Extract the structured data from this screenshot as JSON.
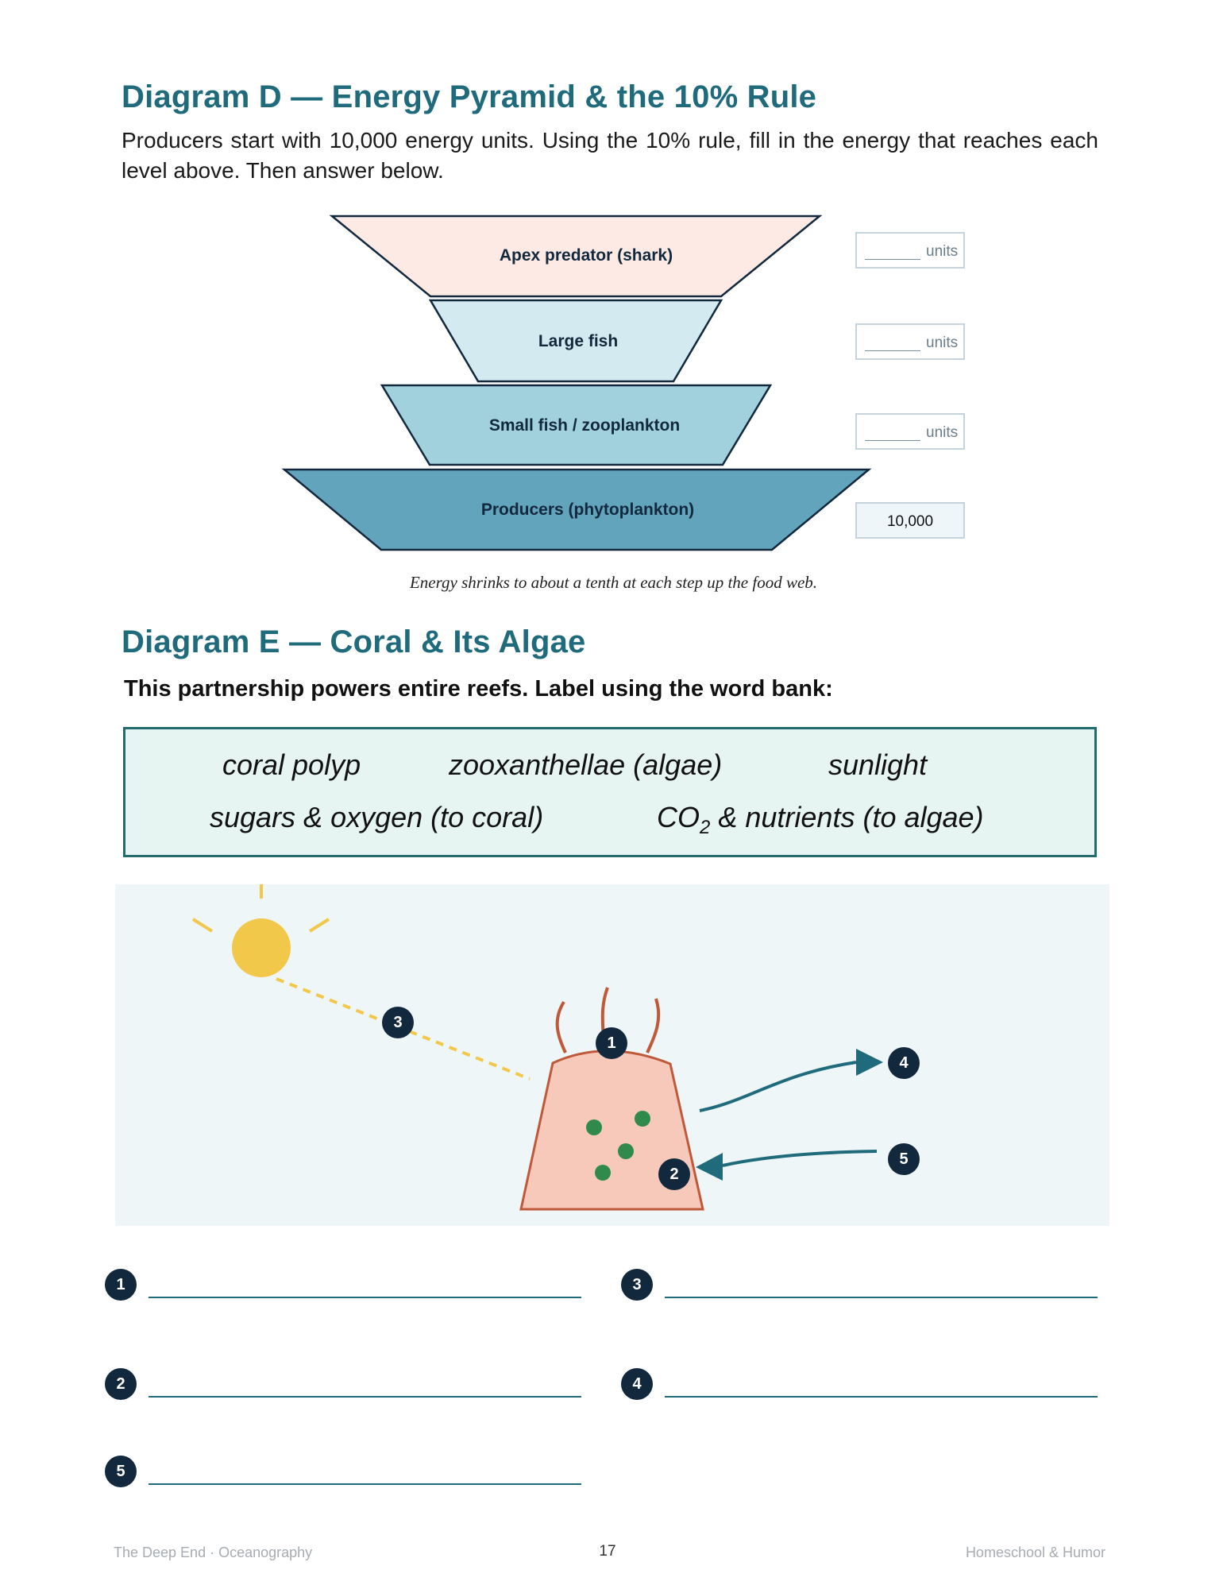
{
  "diagram_d": {
    "title": "Diagram D — Energy Pyramid & the 10% Rule",
    "intro": "Producers start with 10,000 energy units. Using the 10% rule, fill in the energy that reaches each level above. Then answer below.",
    "levels": [
      {
        "label": "Apex predator (shark)",
        "value": "",
        "unit": "units",
        "color": "#fdeae5"
      },
      {
        "label": "Large fish",
        "value": "",
        "unit": "units",
        "color": "#d3ebf0"
      },
      {
        "label": "Small fish / zooplankton",
        "value": "",
        "unit": "units",
        "color": "#a2d1de"
      },
      {
        "label": "Producers (phytoplankton)",
        "value": "10,000",
        "unit": "",
        "color": "#62a4bc"
      }
    ],
    "caption": "Energy shrinks to about a tenth at each step up the food web."
  },
  "diagram_e": {
    "title": "Diagram E — Coral & Its Algae",
    "instruction": "This partnership powers entire reefs. Label using the word bank:",
    "word_bank": {
      "row1": [
        "coral polyp",
        "zooxanthellae (algae)",
        "sunlight"
      ],
      "row2_a": "sugars & oxygen (to coral)",
      "row2_b_prefix": "CO",
      "row2_b_sub": "2",
      "row2_b_suffix": " & nutrients (to algae)"
    },
    "markers": [
      "1",
      "2",
      "3",
      "4",
      "5"
    ],
    "answers": [
      {
        "num": "1",
        "value": ""
      },
      {
        "num": "3",
        "value": ""
      },
      {
        "num": "2",
        "value": ""
      },
      {
        "num": "4",
        "value": ""
      },
      {
        "num": "5",
        "value": ""
      }
    ],
    "colors": {
      "sun": "#f2c84b",
      "coral": "#f6c9bb",
      "coral_outline": "#c0583a",
      "algae": "#2f8a4c",
      "arrow": "#1f6b7c",
      "panel": "#eef6f8"
    }
  },
  "footer": {
    "left": "The Deep End · Oceanography",
    "page": "17",
    "right": "Homeschool & Humor"
  }
}
